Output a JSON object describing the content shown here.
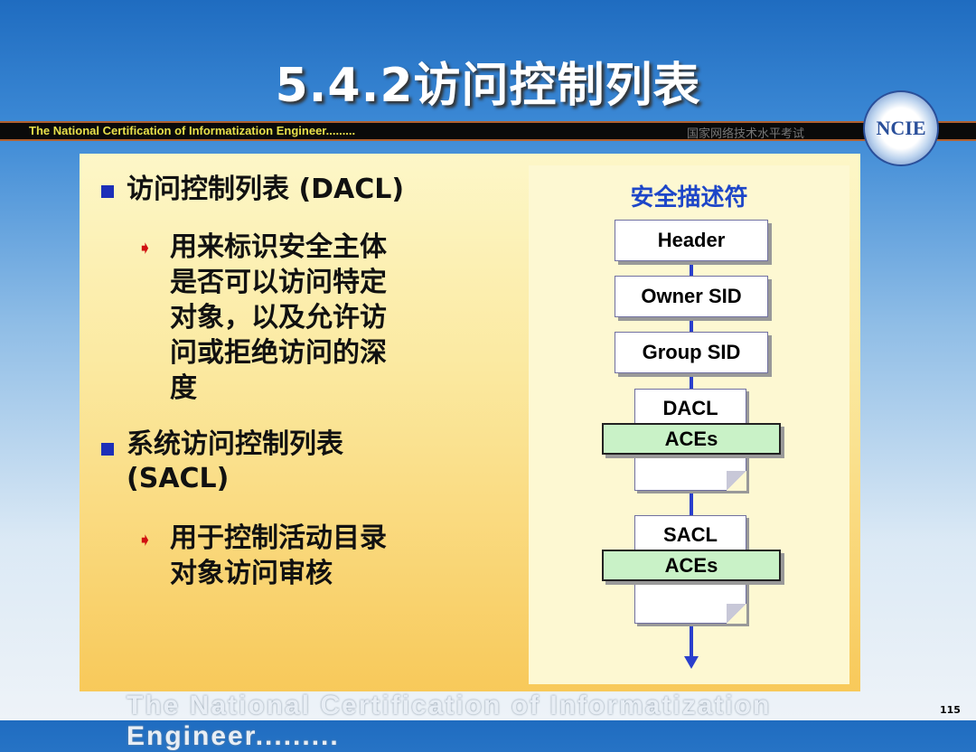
{
  "slide": {
    "title": "5.4.2访问控制列表",
    "banner_en": "The National Certification of Informatization Engineer.........",
    "banner_cn": "国家网络技术水平考试",
    "logo_text": "NCIE",
    "footer": "The National Certification of Informatization Engineer.........",
    "page_number": "115"
  },
  "content": {
    "bullet1": "访问控制列表 (DACL)",
    "sub1": [
      "用来标识安全主体",
      "是否可以访问特定",
      "对象，以及允许访",
      "问或拒绝访问的深",
      "度"
    ],
    "bullet2": [
      "系统访问控制列表",
      "(SACL)"
    ],
    "sub2": [
      "用于控制活动目录",
      "对象访问审核"
    ]
  },
  "diagram": {
    "title": "安全描述符",
    "header": "Header",
    "owner": "Owner SID",
    "group": "Group SID",
    "dacl": "DACL",
    "dacl_aces": "ACEs",
    "sacl": "SACL",
    "sacl_aces": "ACEs",
    "colors": {
      "line": "#2a3fcc",
      "aces": "#c9f2c7",
      "title": "#1d46c8"
    }
  }
}
